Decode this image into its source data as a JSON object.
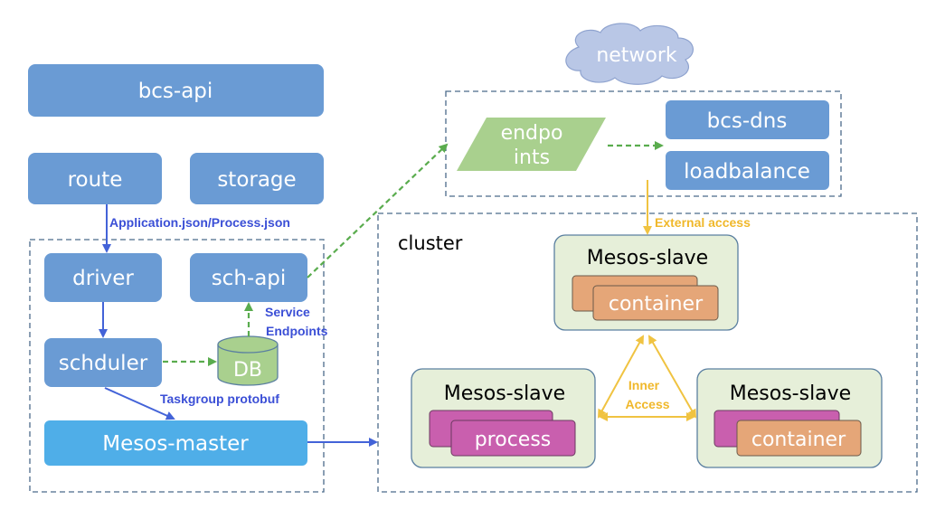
{
  "colors": {
    "blue_box": "#6a9bd4",
    "light_blue_box": "#4faee8",
    "green_panel": "#e6efd9",
    "green_panel_border": "#5a7fa0",
    "orange_box": "#e5a678",
    "magenta_box": "#c95fae",
    "endpoint_shape": "#a9d08e",
    "db_fill": "#a9d08e",
    "cloud_fill": "#b9c7e6",
    "dashed_border": "#4b6a8a",
    "arrow_blue": "#4363d8",
    "arrow_green": "#5aac4e",
    "arrow_yellow": "#f0c341",
    "label_blue": "#3b4fd6",
    "label_yellow": "#f0b82b"
  },
  "nodes": {
    "bcs_api": "bcs-api",
    "route": "route",
    "storage": "storage",
    "driver": "driver",
    "sch_api": "sch-api",
    "schduler": "schduler",
    "db": "DB",
    "mesos_master": "Mesos-master",
    "network": "network",
    "endpoints_line1": "endpo",
    "endpoints_line2": "ints",
    "bcs_dns": "bcs-dns",
    "loadbalance": "loadbalance",
    "cluster": "cluster",
    "slave_top": {
      "title": "Mesos-slave",
      "inner": "container"
    },
    "slave_left": {
      "title": "Mesos-slave",
      "inner": "process"
    },
    "slave_right": {
      "title": "Mesos-slave",
      "inner": "container"
    }
  },
  "edge_labels": {
    "application_json": "Application.json/Process.json",
    "service_endpoints_line1": "Service",
    "service_endpoints_line2": "Endpoints",
    "taskgroup_protobuf": "Taskgroup protobuf",
    "external_access": "External access",
    "inner_access_line1": "Inner",
    "inner_access_line2": "Access"
  },
  "icons": [
    "cloud-icon",
    "database-icon"
  ]
}
